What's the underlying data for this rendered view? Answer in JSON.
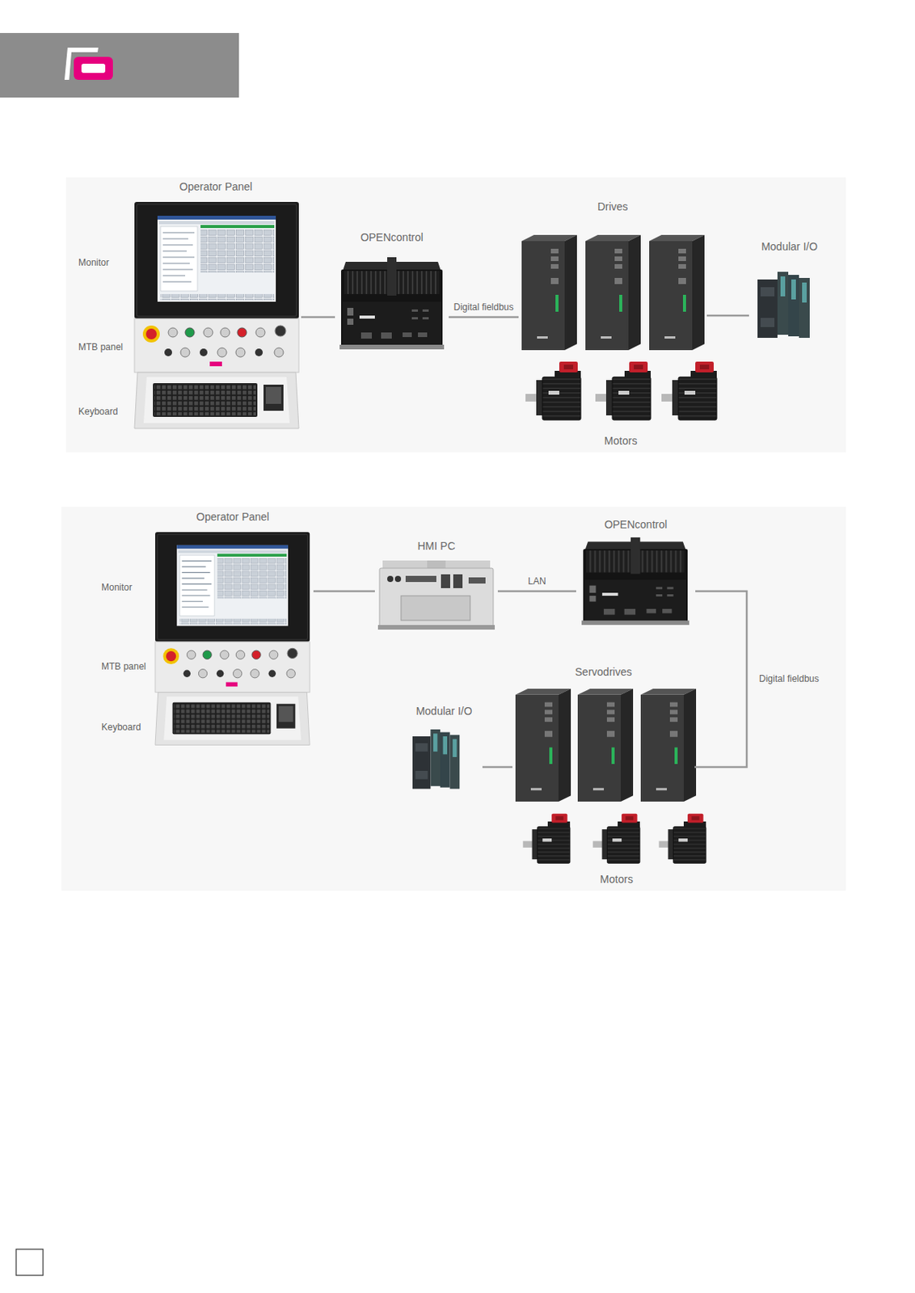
{
  "diagram": {
    "nodes": [
      {
        "text": [
          "Operator Panel"
        ]
      },
      {
        "text": [
          "OPENcontrol"
        ]
      },
      {
        "text": [
          "Drives"
        ]
      },
      {
        "text": [
          "Modular I/O"
        ]
      },
      {
        "text": [
          "Motors"
        ]
      },
      {
        "text": [
          "Operator Panel"
        ]
      },
      {
        "text": [
          "HMI PC"
        ]
      },
      {
        "text": [
          "OPENcontrol"
        ]
      },
      {
        "text": [
          "Servodrives"
        ]
      },
      {
        "text": [
          "Modular I/O"
        ]
      },
      {
        "text": [
          "Motors"
        ]
      }
    ],
    "edges": [
      {
        "from": 0,
        "to": 1,
        "arrow": "none"
      },
      {
        "from": 1,
        "to": 2,
        "label": "Digital fieldbus",
        "arrow": "none"
      },
      {
        "from": 2,
        "to": 3,
        "arrow": "none"
      },
      {
        "from": 5,
        "to": 6,
        "arrow": "none"
      },
      {
        "from": 6,
        "to": 7,
        "label": "LAN",
        "arrow": "none"
      },
      {
        "from": 7,
        "to": 8,
        "label": "Digital fieldbus",
        "arrow": "none"
      },
      {
        "from": 8,
        "to": 9,
        "arrow": "none"
      }
    ],
    "labels": [
      "Monitor",
      "MTB panel",
      "Keyboard",
      "Monitor",
      "MTB panel",
      "Keyboard"
    ]
  }
}
